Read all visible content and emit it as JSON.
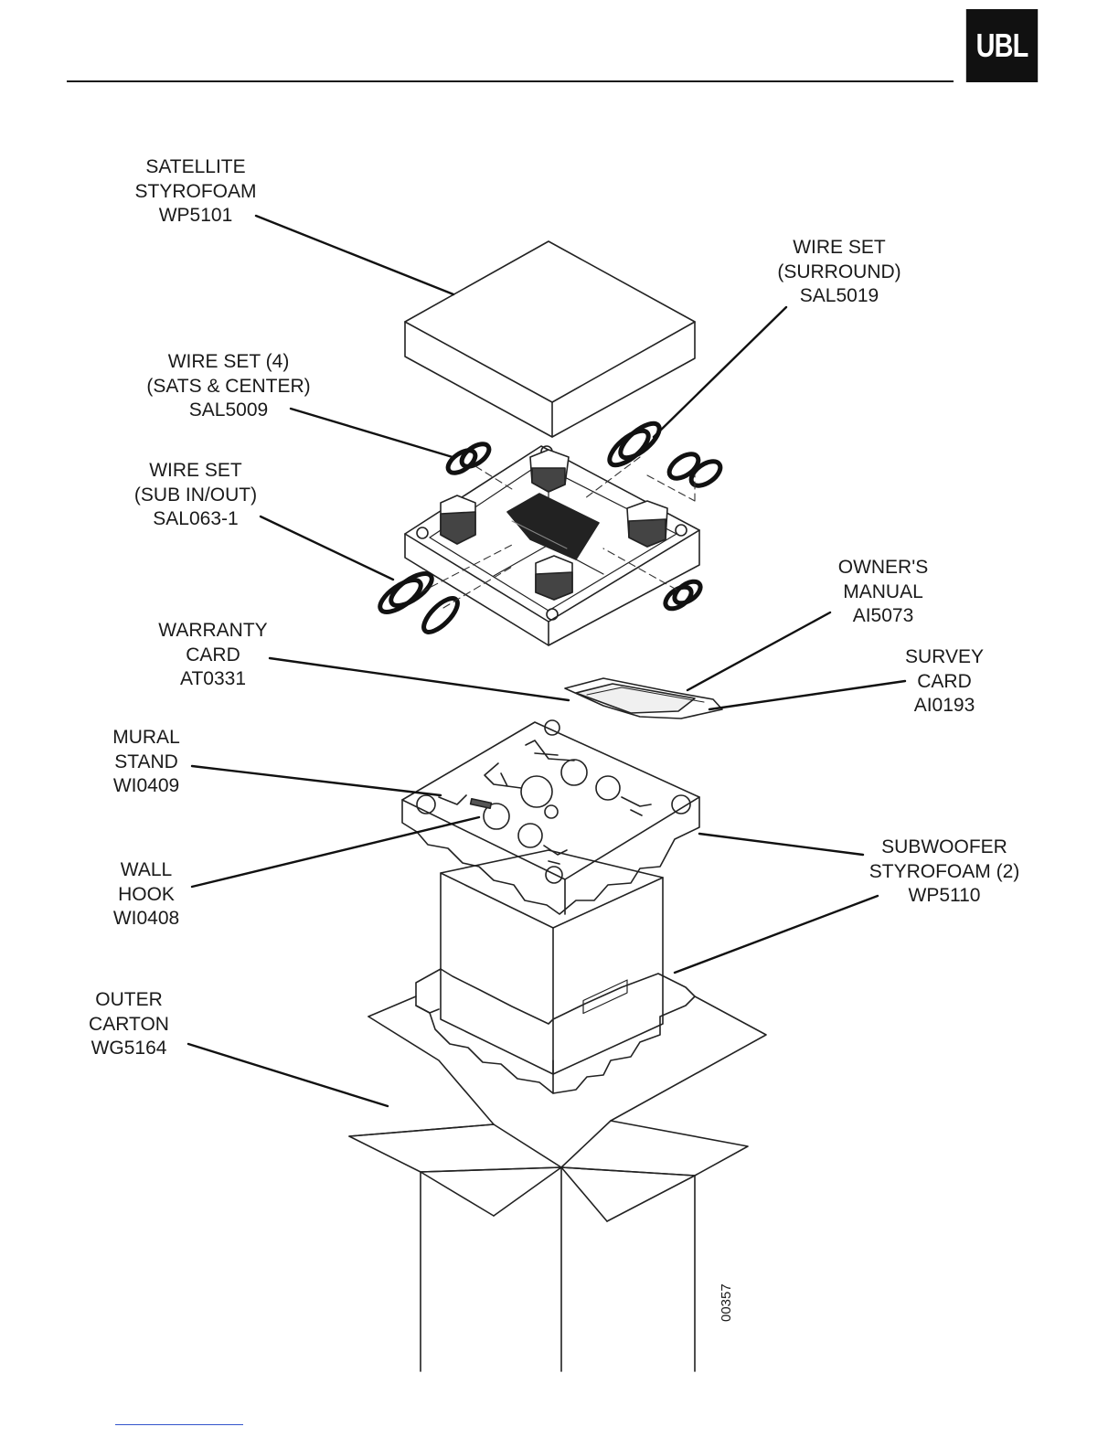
{
  "brand": {
    "logo_text": "UBL"
  },
  "figure_number": "00357",
  "callouts": [
    {
      "id": "satellite-styrofoam",
      "lines": [
        "SATELLITE",
        "STYROFOAM",
        "WP5101"
      ]
    },
    {
      "id": "wire-set-surround",
      "lines": [
        "WIRE SET",
        "(SURROUND)",
        "SAL5019"
      ]
    },
    {
      "id": "wire-set-sats-center",
      "lines": [
        "WIRE SET (4)",
        "(SATS & CENTER)",
        "SAL5009"
      ]
    },
    {
      "id": "wire-set-sub-in-out",
      "lines": [
        "WIRE SET",
        "(SUB IN/OUT)",
        "SAL063-1"
      ]
    },
    {
      "id": "owners-manual",
      "lines": [
        "OWNER'S",
        "MANUAL",
        "AI5073"
      ]
    },
    {
      "id": "warranty-card",
      "lines": [
        "WARRANTY",
        "CARD",
        "AT0331"
      ]
    },
    {
      "id": "survey-card",
      "lines": [
        "SURVEY",
        "CARD",
        "AI0193"
      ]
    },
    {
      "id": "mural-stand",
      "lines": [
        "MURAL",
        "STAND",
        "WI0409"
      ]
    },
    {
      "id": "subwoofer-styrofoam",
      "lines": [
        "SUBWOOFER",
        "STYROFOAM (2)",
        "WP5110"
      ]
    },
    {
      "id": "wall-hook",
      "lines": [
        "WALL",
        "HOOK",
        "WI0408"
      ]
    },
    {
      "id": "outer-carton",
      "lines": [
        "OUTER",
        "CARTON",
        "WG5164"
      ]
    }
  ]
}
